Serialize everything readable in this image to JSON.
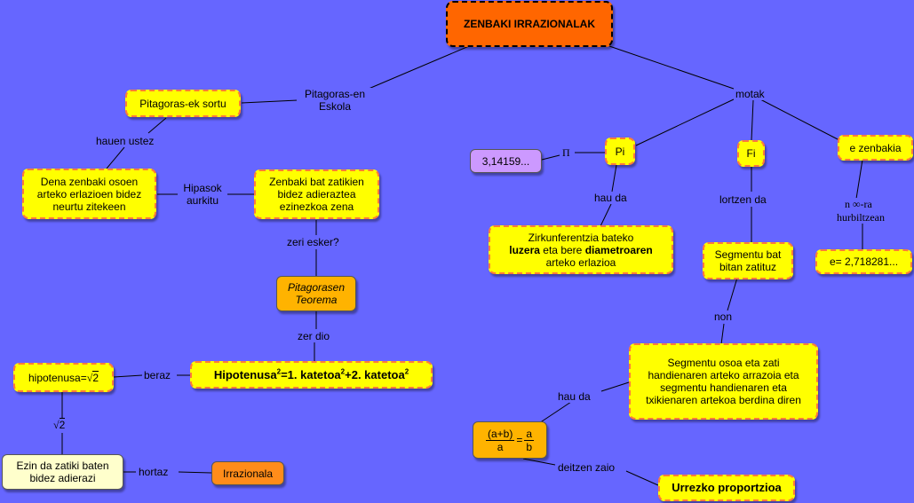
{
  "title": "ZENBAKI IRRAZIONALAK",
  "nodes": {
    "pitagoras_sortu": "Pitagoras-ek sortu",
    "dena_zenbaki": "Dena zenbaki osoen arteko erlazioen bidez neurtu zitekeen",
    "zenbaki_zatikien": "Zenbaki bat zatikien bidez adieraztea ezinezkoa zena",
    "pitagorasen_teorema": "Pitagorasen Teorema",
    "hipotenusa_formula": {
      "a": "Hipotenusa",
      "b": "=1. katetoa",
      "c": "+2. katetoa",
      "exp": "2"
    },
    "hipotenusa_sqrt": {
      "text": "hipotenusa=",
      "root": "2"
    },
    "ezin_da": "Ezin da zatiki baten bidez adierazi",
    "irrazionala": "Irrazionala",
    "pi_value": "3,14159...",
    "pi": "Pi",
    "zirkunferentzia": {
      "pre": "Zirkunferentzia bateko",
      "b1": "luzera",
      "mid": "eta bere",
      "b2": "diametroaren",
      "post": "arteko erlazioa"
    },
    "fi": "Fi",
    "segmentu_bat": "Segmentu bat bitan zatituz",
    "segmentu_osoa": "Segmentu osoa eta zati handienaren arteko arrazoia eta segmentu handienaren eta txikienaren artekoa berdina diren",
    "fraction_eq": {
      "num1": "(a+b)",
      "den1": "a",
      "eq": "=",
      "num2": "a",
      "den2": "b"
    },
    "urrezko": "Urrezko proportzioa",
    "e_zenbakia": "e zenbakia",
    "e_value": "e= 2,718281..."
  },
  "labels": {
    "pitagoras_eskola": "Pitagoras-en Eskola",
    "motak": "motak",
    "hauen_ustez": "hauen ustez",
    "hipasok": "Hipasok aurkitu",
    "zeri_esker": "zeri esker?",
    "zer_dio": "zer dio",
    "beraz": "beraz",
    "sqrt2": "2",
    "hortaz": "hortaz",
    "pi_symbol": "Π",
    "hau_da_1": "hau da",
    "lortzen_da": "lortzen da",
    "n_ra": "n ∞-ra",
    "hurbiltzean": "hurbiltzean",
    "non": "non",
    "hau_da_2": "hau da",
    "deitzen_zaio": "deitzen zaio"
  },
  "colors": {
    "background": "#6666ff",
    "title_fill": "#ff6600",
    "concept_fill": "#ffff00",
    "result_fill": "#ffb300",
    "value_fill": "#cc99ff",
    "dash": "#ff7a3a"
  }
}
